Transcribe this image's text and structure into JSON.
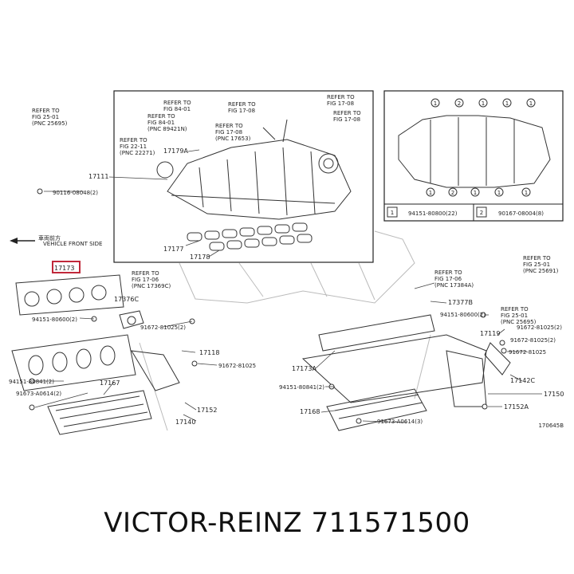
{
  "brand_caption": "VICTOR-REINZ 711571500",
  "diagram_id": "170645B",
  "front_arrow_text": "車両前方",
  "front_label": "VEHICLE FRONT SIDE",
  "refer_blocks": [
    {
      "name": "refer-fig-25-01-top-left",
      "l1": "REFER TO",
      "l2": "FIG 25-01",
      "l3": "(PNC 25695)"
    },
    {
      "name": "refer-fig-84-01-a",
      "l1": "REFER TO",
      "l2": "FIG 84-01",
      "l3": ""
    },
    {
      "name": "refer-fig-84-01-b",
      "l1": "REFER TO",
      "l2": "FIG 84-01",
      "l3": "(PNC 89421N)"
    },
    {
      "name": "refer-fig-22-11",
      "l1": "REFER TO",
      "l2": "FIG 22-11",
      "l3": "(PNC 22271)"
    },
    {
      "name": "refer-fig-17-08-a",
      "l1": "REFER TO",
      "l2": "FIG 17-08",
      "l3": ""
    },
    {
      "name": "refer-fig-17-08-b",
      "l1": "REFER TO",
      "l2": "FIG 17-08",
      "l3": "(PNC 17653)"
    },
    {
      "name": "refer-fig-17-08-c",
      "l1": "REFER TO",
      "l2": "FIG 17-08",
      "l3": ""
    },
    {
      "name": "refer-fig-17-08-d",
      "l1": "REFER TO",
      "l2": "FIG 17-08",
      "l3": ""
    },
    {
      "name": "refer-fig-17-06-left",
      "l1": "REFER TO",
      "l2": "FIG 17-06",
      "l3": "(PNC 17369C)"
    },
    {
      "name": "refer-fig-17-06-right",
      "l1": "REFER TO",
      "l2": "FIG 17-06",
      "l3": "(PNC 17384A)"
    },
    {
      "name": "refer-fig-25-01-r1",
      "l1": "REFER TO",
      "l2": "FIG 25-01",
      "l3": "(PNC 25691)"
    },
    {
      "name": "refer-fig-25-01-r2",
      "l1": "REFER TO",
      "l2": "FIG 25-01",
      "l3": "(PNC 25695)"
    }
  ],
  "part_labels": {
    "p17111": "17111",
    "p17179a": "17179A",
    "p17177": "17177",
    "p17178": "17178",
    "p17173": "17173",
    "p17376c": "17376C",
    "p17118": "17118",
    "p17167": "17167",
    "p17140": "17140",
    "p17152": "17152",
    "p17173a": "17173A",
    "p17168": "17168",
    "p17377b": "17377B",
    "p17119": "17119",
    "p17142c": "17142C",
    "p17150": "17150",
    "p17152a": "17152A",
    "b9011608048": "90116-08048(2)",
    "b9415180600l": "94151-80600(2)",
    "b9167281025l": "91672-81025(2)",
    "b9167281025m": "91672-81025",
    "b9415180841l": "94151-80841(2)",
    "b91673a0614l": "91673-A0614(2)",
    "b9415180841r": "94151-80841(2)",
    "b91673a0614r": "91673-A0614(3)",
    "b9415180600r": "94151-80600(2)",
    "b9167281025r1": "91672-81025(2)",
    "b9167281025r2": "91672-81025",
    "b9167281025r3": "91672-81025(2)"
  },
  "legend": {
    "row1_num": "1",
    "row1_part": "94151-80800(22)",
    "row2_num": "2",
    "row2_part": "90167-08004(8)"
  }
}
